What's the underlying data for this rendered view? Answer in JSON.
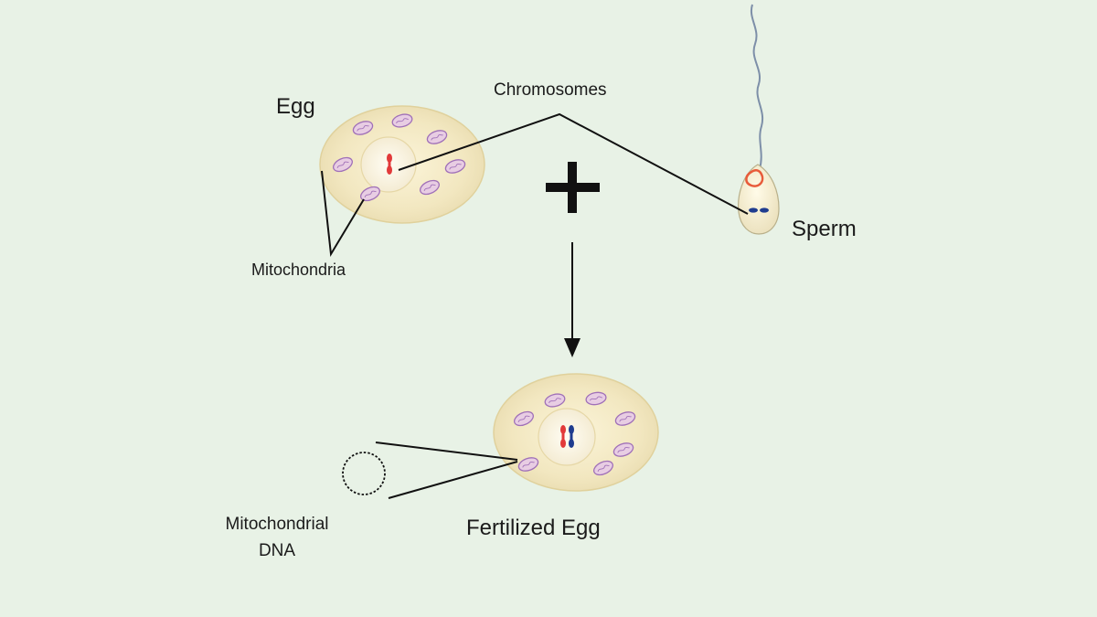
{
  "labels": {
    "egg": "Egg",
    "chromosomes": "Chromosomes",
    "sperm": "Sperm",
    "mitochondria": "Mitochondria",
    "fertilized_egg": "Fertilized Egg",
    "mitochondrial_dna_line1": "Mitochondrial",
    "mitochondrial_dna_line2": "DNA"
  },
  "colors": {
    "background": "#e8f2e6",
    "cell_fill": "#f2e9c6",
    "nucleus_fill": "#fbf6e2",
    "mitochondrion_fill": "#e8cde3",
    "mitochondrion_stroke": "#a070b8",
    "maternal_chromosome": "#e23a3a",
    "paternal_chromosome": "#1f3c8f",
    "sperm_tail": "#7d8fa8",
    "line": "#111111"
  }
}
